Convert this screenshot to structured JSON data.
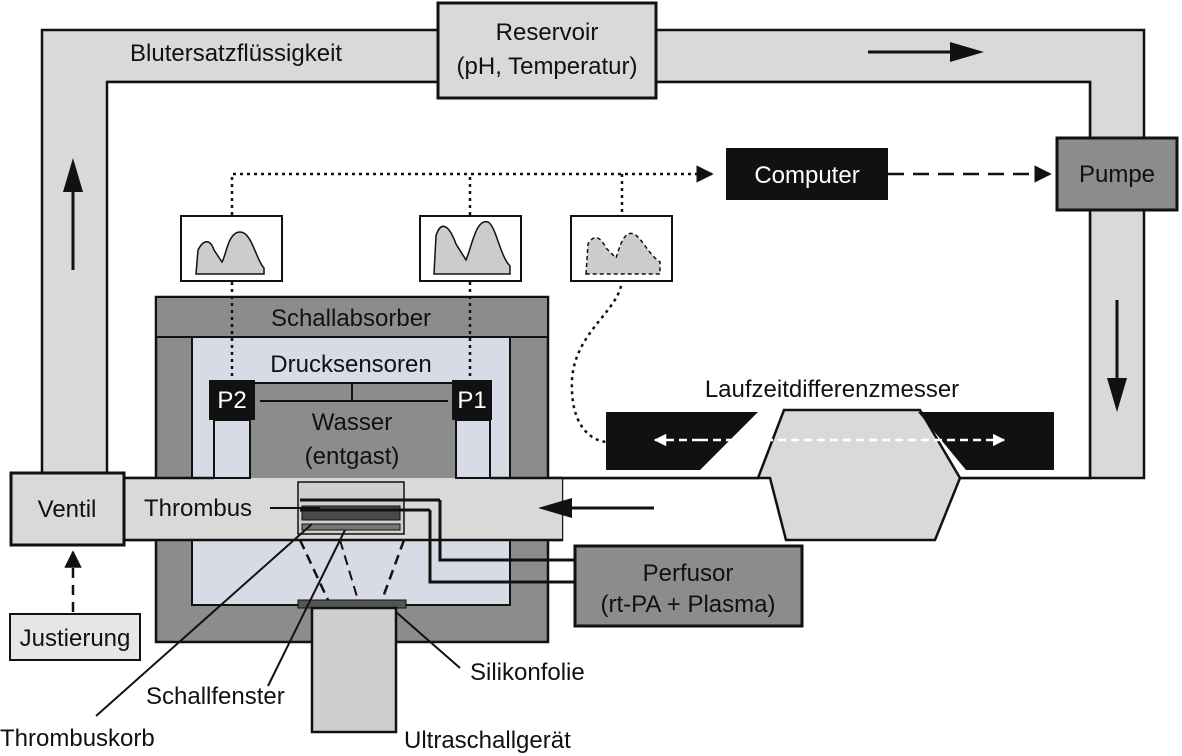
{
  "colors": {
    "tube": "#d9d9d9",
    "stroke": "#111111",
    "absorber": "#8c8c8c",
    "water": "#d6dbe6",
    "box_light": "#e6e6e6",
    "box_dark": "#8c8c8c",
    "black": "#111111",
    "white": "#ffffff"
  },
  "labels": {
    "fluid": "Blutersatzflüssigkeit",
    "reservoir_line1": "Reservoir",
    "reservoir_line2": "(pH, Temperatur)",
    "computer": "Computer",
    "pump": "Pumpe",
    "absorber": "Schallabsorber",
    "pressure_sensors": "Drucksensoren",
    "p2": "P2",
    "p1": "P1",
    "water_line1": "Wasser",
    "water_line2": "(entgast)",
    "transit_time": "Laufzeitdifferenzmesser",
    "valve": "Ventil",
    "thrombus": "Thrombus",
    "perfusor_line1": "Perfusor",
    "perfusor_line2": "(rt-PA + Plasma)",
    "adjustment": "Justierung",
    "silicone_foil": "Silikonfolie",
    "sound_window": "Schallfenster",
    "thrombus_basket": "Thrombuskorb",
    "ultrasound": "Ultraschallgerät"
  },
  "icons": {
    "signal_p2": "pressure-waveform-icon",
    "signal_p1": "pressure-waveform-icon",
    "signal_flow": "flow-waveform-icon",
    "flow_arrow": "arrow-icon"
  }
}
